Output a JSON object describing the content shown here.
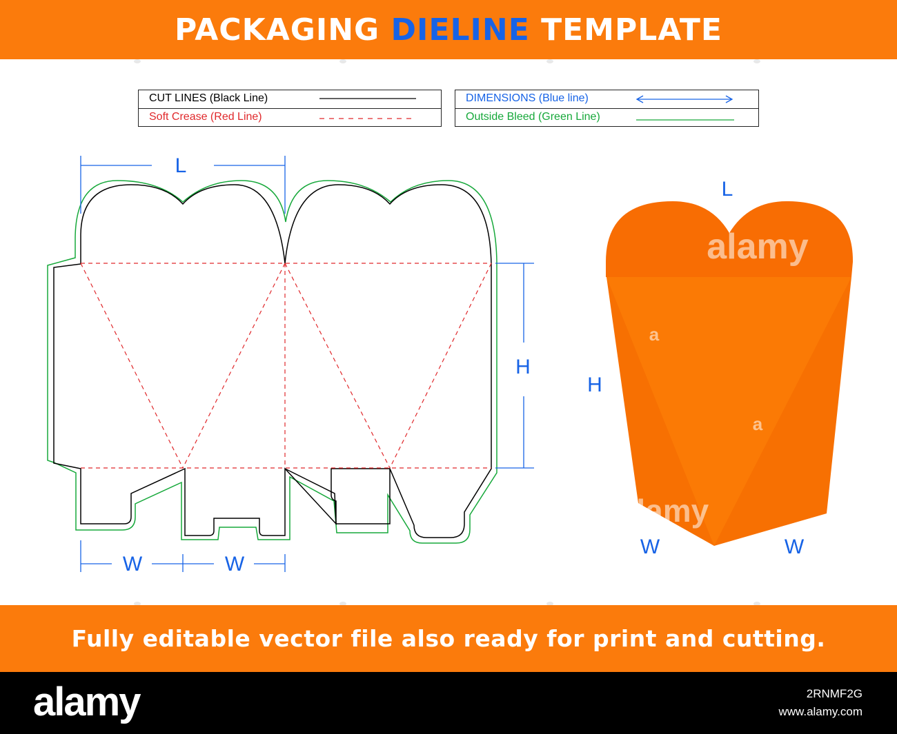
{
  "header": {
    "title_part1": "PACKAGING",
    "title_accent": "DIELINE",
    "title_part2": "TEMPLATE"
  },
  "legend": {
    "cut_lines": "CUT LINES (Black Line)",
    "soft_crease": "Soft Crease (Red Line)",
    "dimensions": "DIMENSIONS (Blue line)",
    "outside_bleed": "Outside Bleed (Green Line)"
  },
  "dieline": {
    "length_label": "L",
    "height_label": "H",
    "width_label_1": "W",
    "width_label_2": "W"
  },
  "preview": {
    "length_label": "L",
    "height_label": "H",
    "width_left_label": "W",
    "width_right_label": "W",
    "watermark": "alamy",
    "watermark_letter": "a"
  },
  "footer_banner": {
    "text": "Fully editable vector file also ready for print and cutting."
  },
  "footer": {
    "logo": "alamy",
    "image_id": "2RNMF2G",
    "website": "www.alamy.com"
  },
  "colors": {
    "banner_orange": "#fb7b0c",
    "accent_blue": "#1763e6",
    "cut_black": "#000000",
    "crease_red": "#e0282b",
    "bleed_green": "#16a83a",
    "box_orange_light": "#fb7a05",
    "box_orange_dark": "#f86d03"
  }
}
